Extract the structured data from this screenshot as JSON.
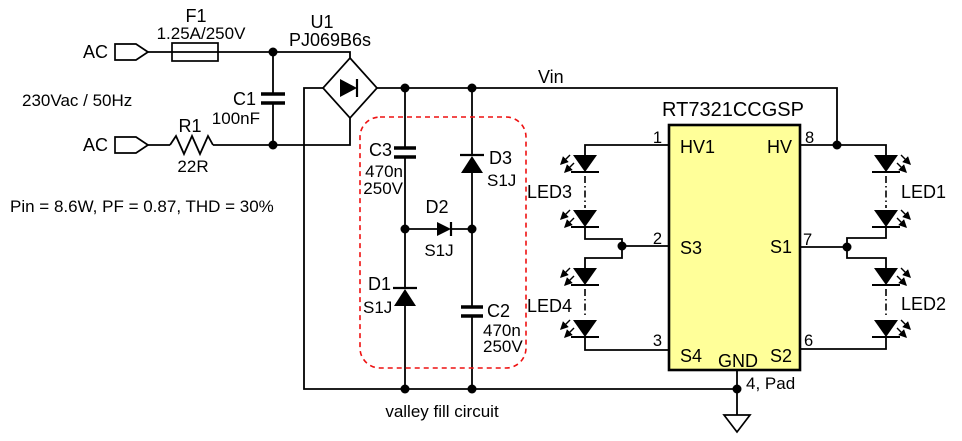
{
  "colors": {
    "ic_fill": "#ffff99",
    "valley_box": "#ee1111",
    "wire": "#000000"
  },
  "input": {
    "ac_top": "AC",
    "ac_bottom": "AC",
    "mains": "230Vac / 50Hz",
    "stats": "Pin = 8.6W, PF = 0.87, THD = 30%"
  },
  "fuse": {
    "ref": "F1",
    "value": "1.25A/250V"
  },
  "resistor_r1": {
    "ref": "R1",
    "value": "22R"
  },
  "cap_c1": {
    "ref": "C1",
    "value": "100nF"
  },
  "bridge": {
    "ref": "U1",
    "part": "PJ069B6s"
  },
  "rails": {
    "vin": "Vin"
  },
  "valley_fill": {
    "caption": "valley fill circuit",
    "c3": {
      "ref": "C3",
      "value": "470n",
      "voltage": "250V"
    },
    "c2": {
      "ref": "C2",
      "value": "470n",
      "voltage": "250V"
    },
    "d1": {
      "ref": "D1",
      "value": "S1J"
    },
    "d2": {
      "ref": "D2",
      "value": "S1J"
    },
    "d3": {
      "ref": "D3",
      "value": "S1J"
    }
  },
  "ic": {
    "part": "RT7321CCGSP",
    "pin1": {
      "num": "1",
      "label": "HV1"
    },
    "pin2": {
      "num": "2",
      "label": "S3"
    },
    "pin3": {
      "num": "3",
      "label": "S4"
    },
    "pin6": {
      "num": "6",
      "label": "S2"
    },
    "pin7": {
      "num": "7",
      "label": "S1"
    },
    "pin8": {
      "num": "8",
      "label": "HV"
    },
    "gnd": {
      "label": "GND",
      "pad": "4, Pad"
    }
  },
  "leds": {
    "led1": "LED1",
    "led2": "LED2",
    "led3": "LED3",
    "led4": "LED4"
  }
}
